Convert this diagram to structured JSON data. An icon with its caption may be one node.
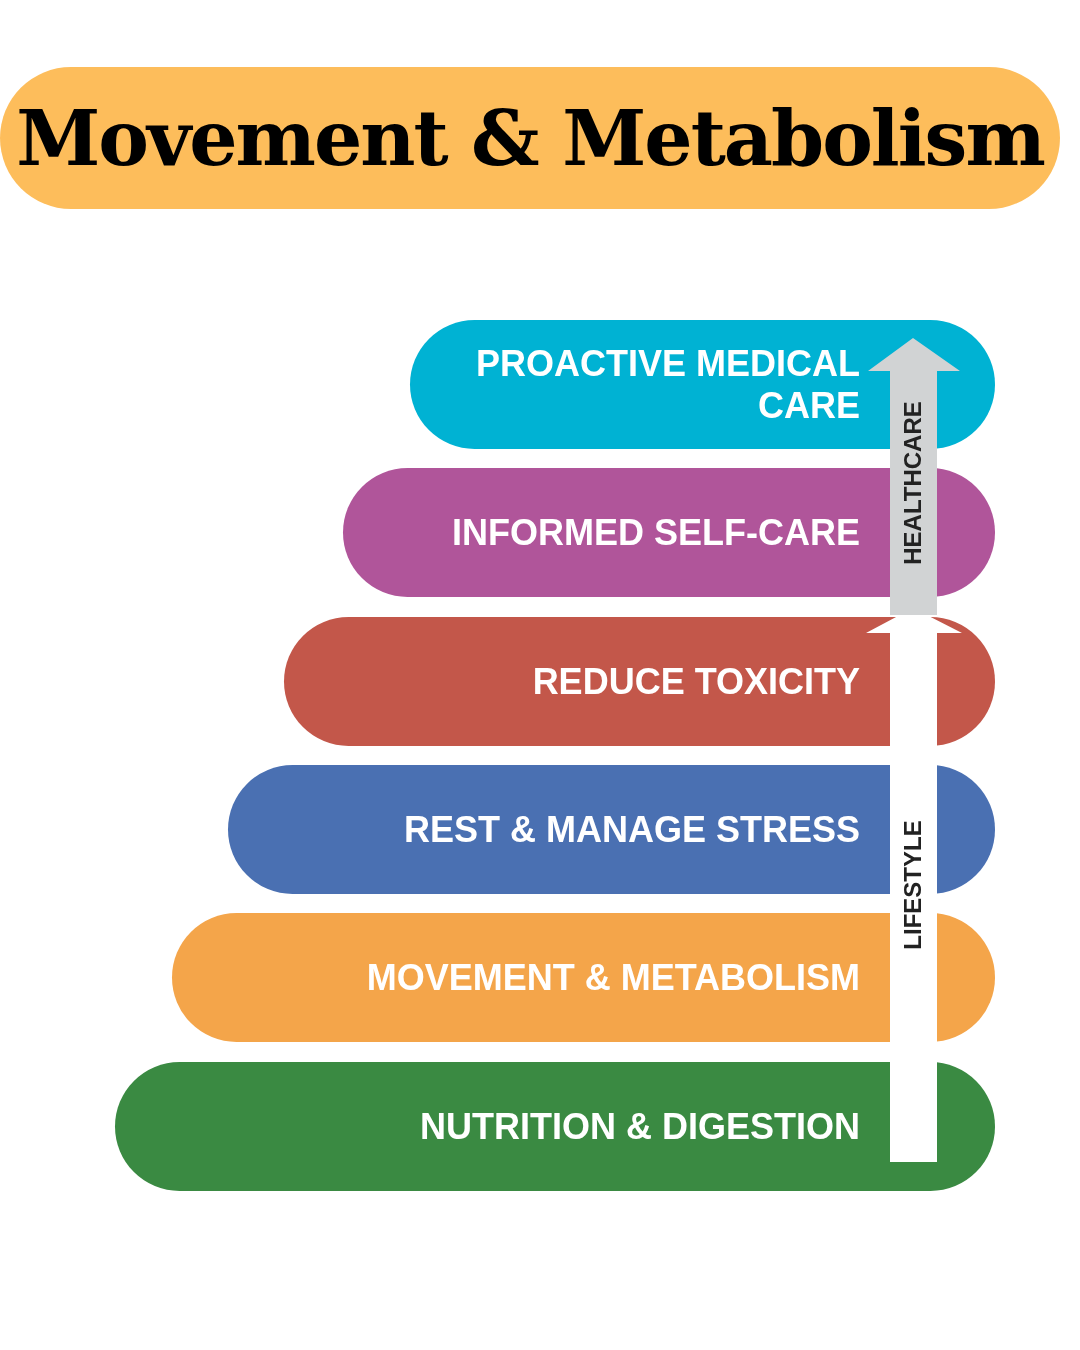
{
  "diagram": {
    "title": "Movement & Metabolism",
    "nodes": [
      {
        "text": [
          "PROACTIVE MEDICAL CARE"
        ]
      },
      {
        "text": [
          "INFORMED SELF-CARE"
        ]
      },
      {
        "text": [
          "REDUCE TOXICITY"
        ]
      },
      {
        "text": [
          "REST & MANAGE STRESS"
        ]
      },
      {
        "text": [
          "MOVEMENT & METABOLISM"
        ]
      },
      {
        "text": [
          "NUTRITION & DIGESTION"
        ]
      }
    ],
    "edges": [],
    "labels": [
      "HEALTHCARE",
      "LIFESTYLE"
    ]
  }
}
